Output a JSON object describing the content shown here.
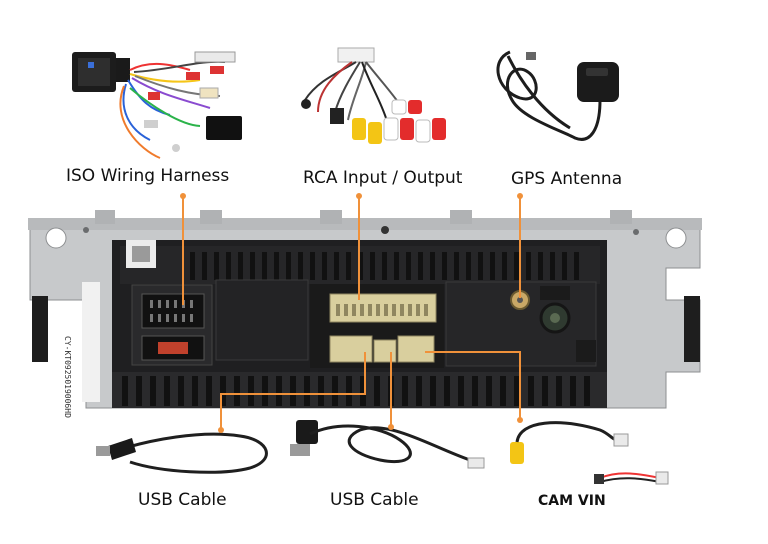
{
  "labels": {
    "iso": "ISO Wiring Harness",
    "rca": "RCA Input / Output",
    "gps": "GPS Antenna",
    "usb1": "USB Cable",
    "usb2": "USB Cable",
    "cam": "CAM VIN"
  },
  "unit_text": {
    "serial": "CY-KT0925019006HD"
  },
  "colors": {
    "callout_line": "#f0913a",
    "chassis_metal": "#c9cbcd",
    "chassis_dark": "#1d1d1f",
    "connector_beige": "#d9cf9e",
    "cable_black": "#222222"
  }
}
